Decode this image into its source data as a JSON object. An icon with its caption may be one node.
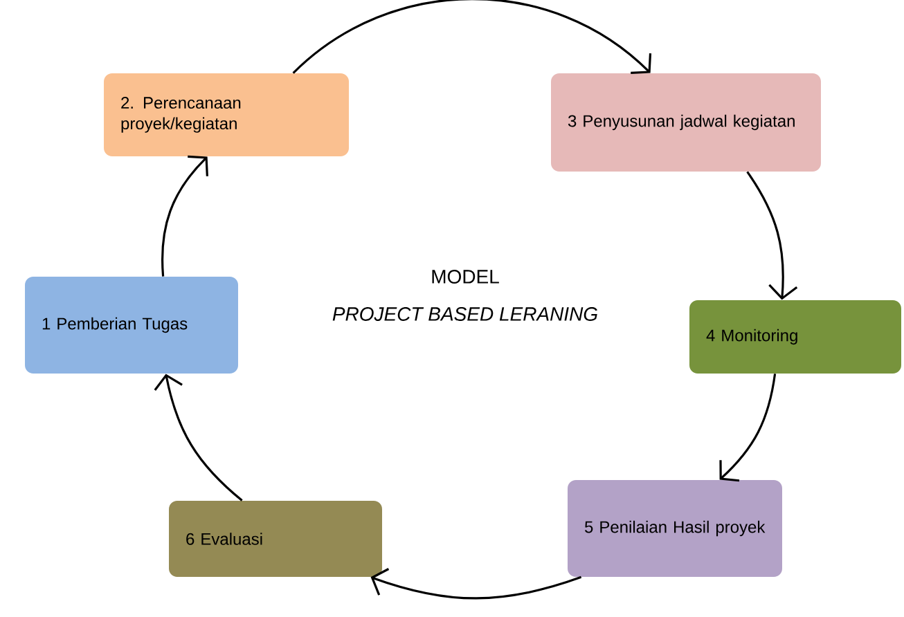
{
  "diagram": {
    "nodes": [
      {
        "text": [
          "1 Pemberian Tugas"
        ]
      },
      {
        "text": [
          "2. Perencanaan proyek/kegiatan"
        ]
      },
      {
        "text": [
          "3 Penyusunan jadwal kegiatan"
        ]
      },
      {
        "text": [
          "4 Monitoring"
        ]
      },
      {
        "text": [
          "5 Penilaian Hasil proyek"
        ]
      },
      {
        "text": [
          "6 Evaluasi"
        ]
      }
    ],
    "edges": [
      {
        "from": 0,
        "to": 1,
        "arrow": "to"
      },
      {
        "from": 1,
        "to": 2,
        "arrow": "to"
      },
      {
        "from": 2,
        "to": 3,
        "arrow": "to"
      },
      {
        "from": 3,
        "to": 4,
        "arrow": "to"
      },
      {
        "from": 4,
        "to": 5,
        "arrow": "to"
      },
      {
        "from": 5,
        "to": 0,
        "arrow": "to"
      }
    ],
    "labels": [
      "MODEL",
      "PROJECT BASED LERANING"
    ]
  }
}
